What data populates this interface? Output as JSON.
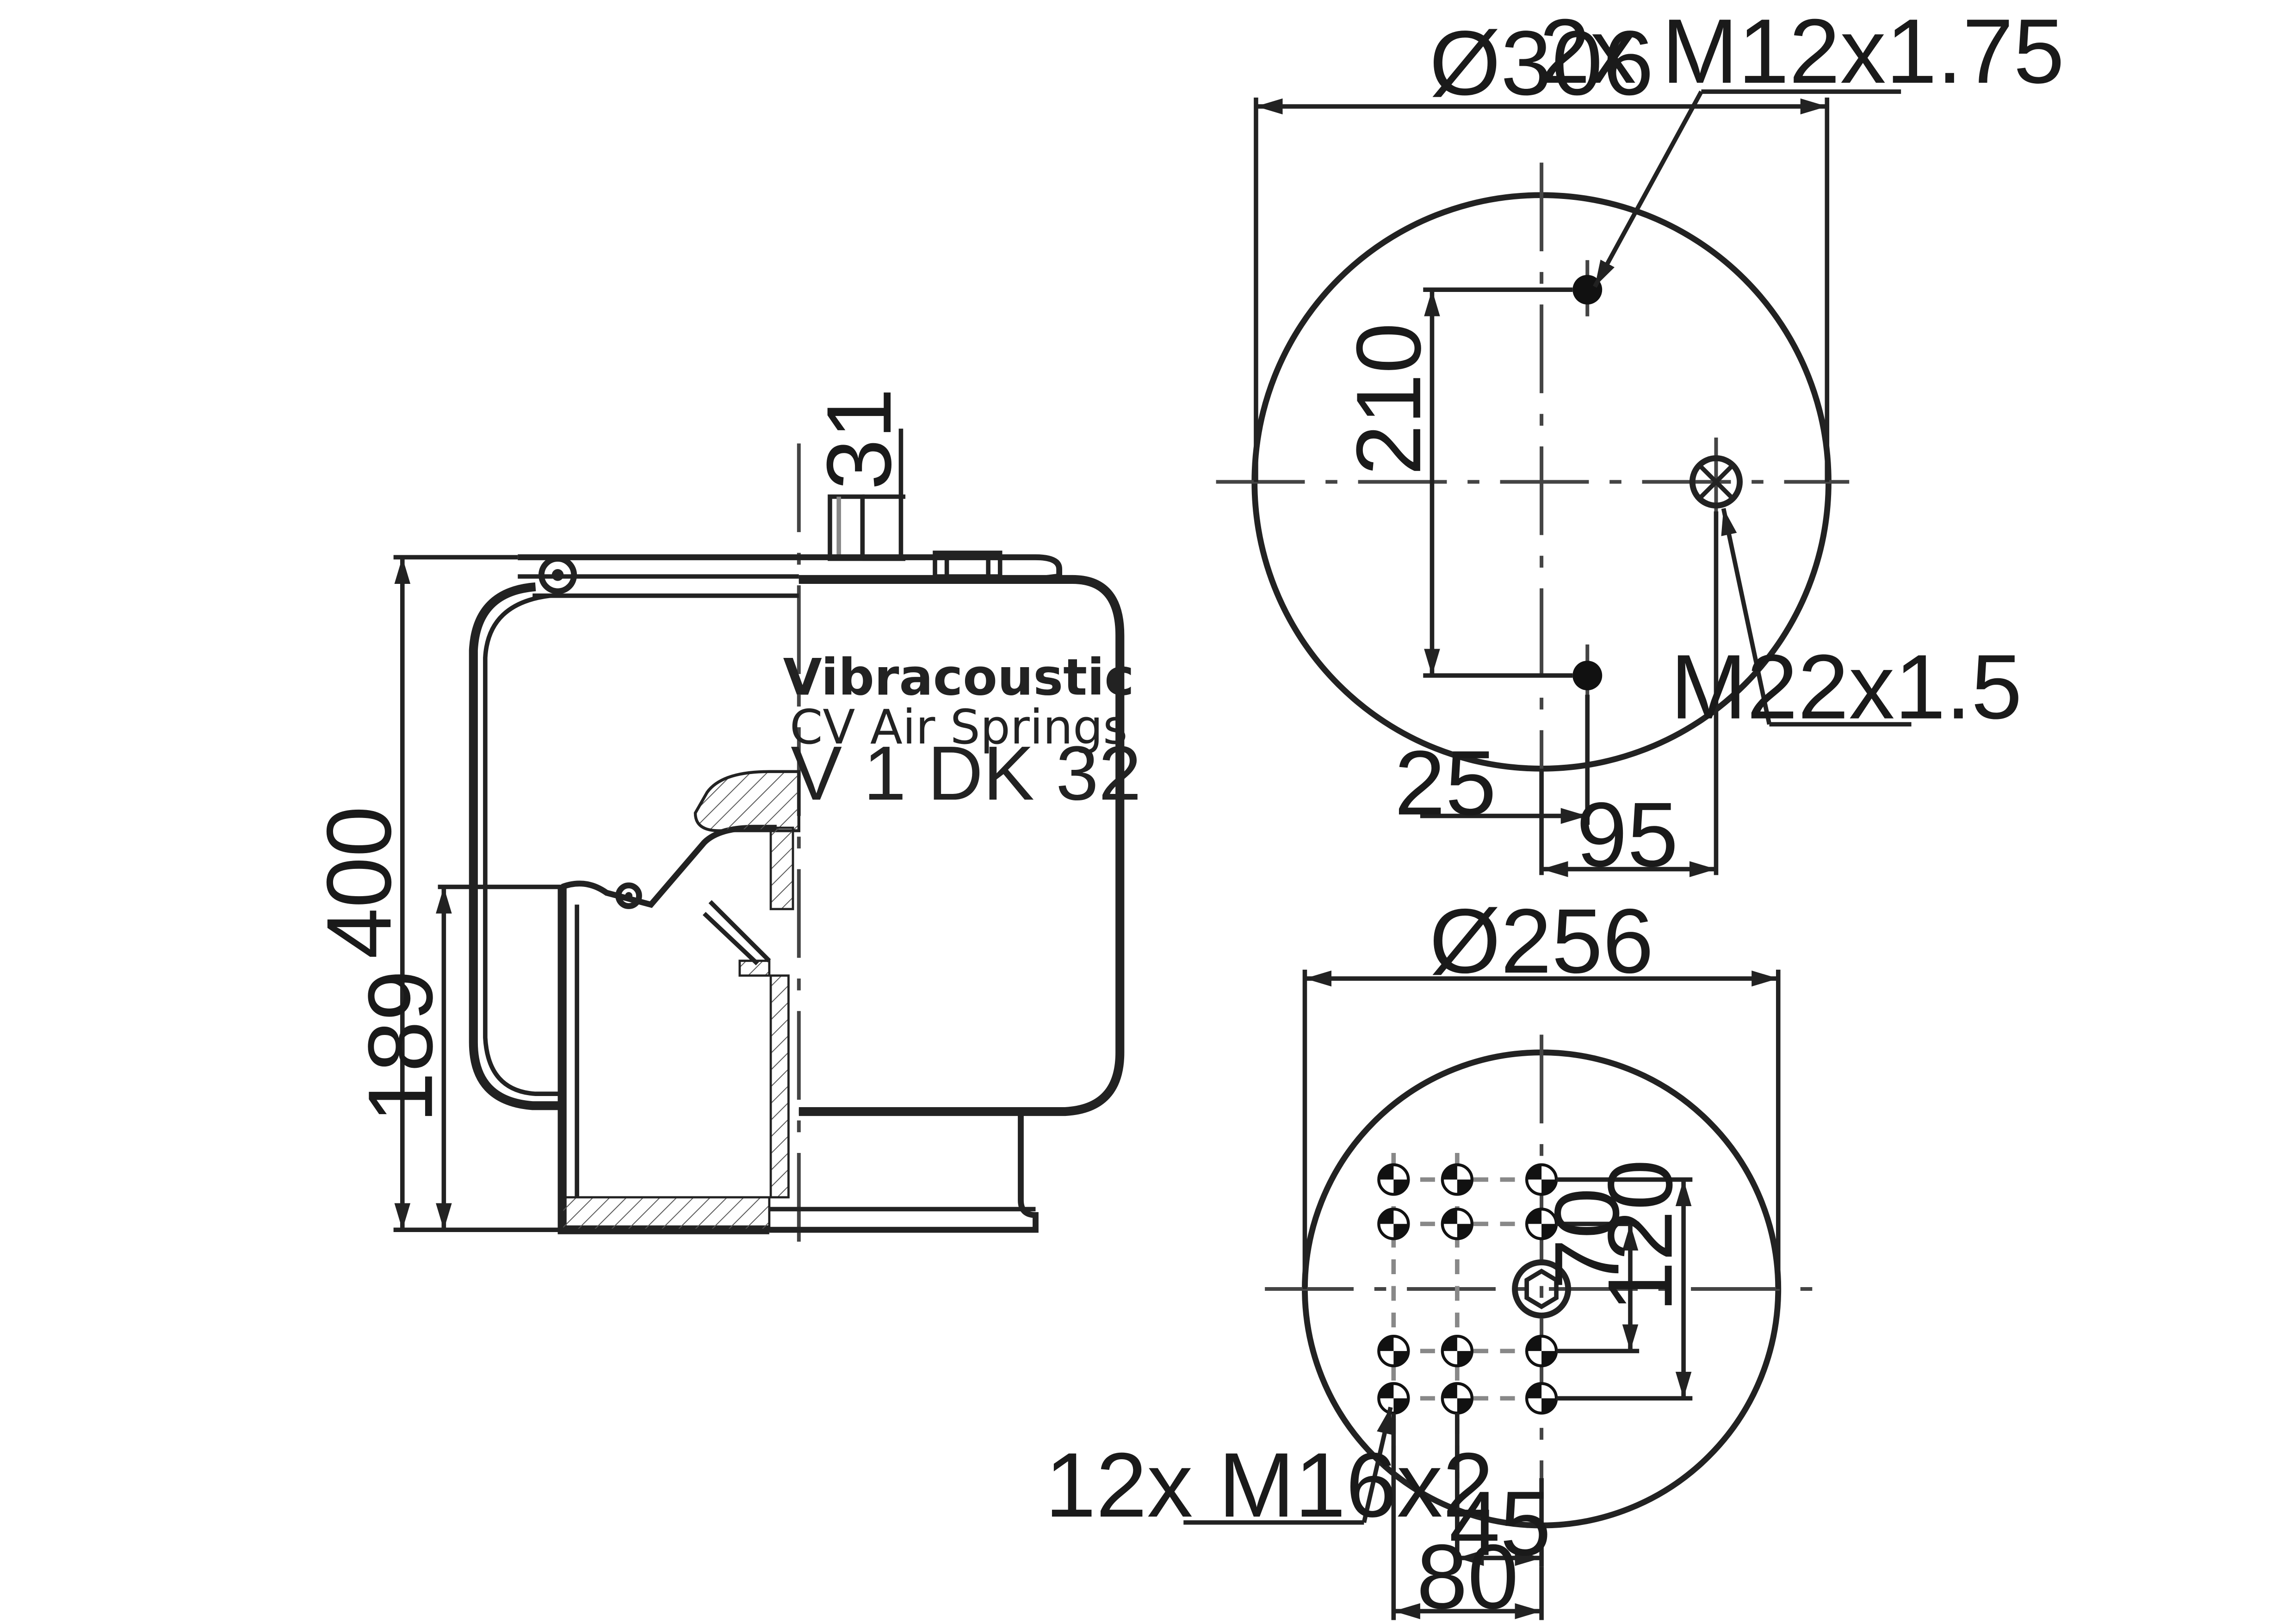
{
  "brand": {
    "line1": "Vibracoustic",
    "line2": "CV Air Springs",
    "model": "V 1 DK 32"
  },
  "side_view": {
    "dim_height_total": "400",
    "dim_height_piston": "189",
    "dim_stud_length": "31"
  },
  "top_view": {
    "dim_diameter": "Ø306",
    "dim_stud_spacing": "210",
    "dim_stud_offset": "25",
    "dim_air_inlet_offset": "95",
    "label_studs": "2x M12x1.75",
    "label_air_inlet": "M22x1.5"
  },
  "bottom_view": {
    "dim_diameter": "Ø256",
    "dim_inner_rows": "70",
    "dim_outer_rows": "120",
    "dim_hole_spacing_small": "45",
    "dim_hole_spacing_large": "80",
    "label_holes": "12x M16x2"
  },
  "colors": {
    "line": "#222222",
    "background": "#ffffff"
  }
}
